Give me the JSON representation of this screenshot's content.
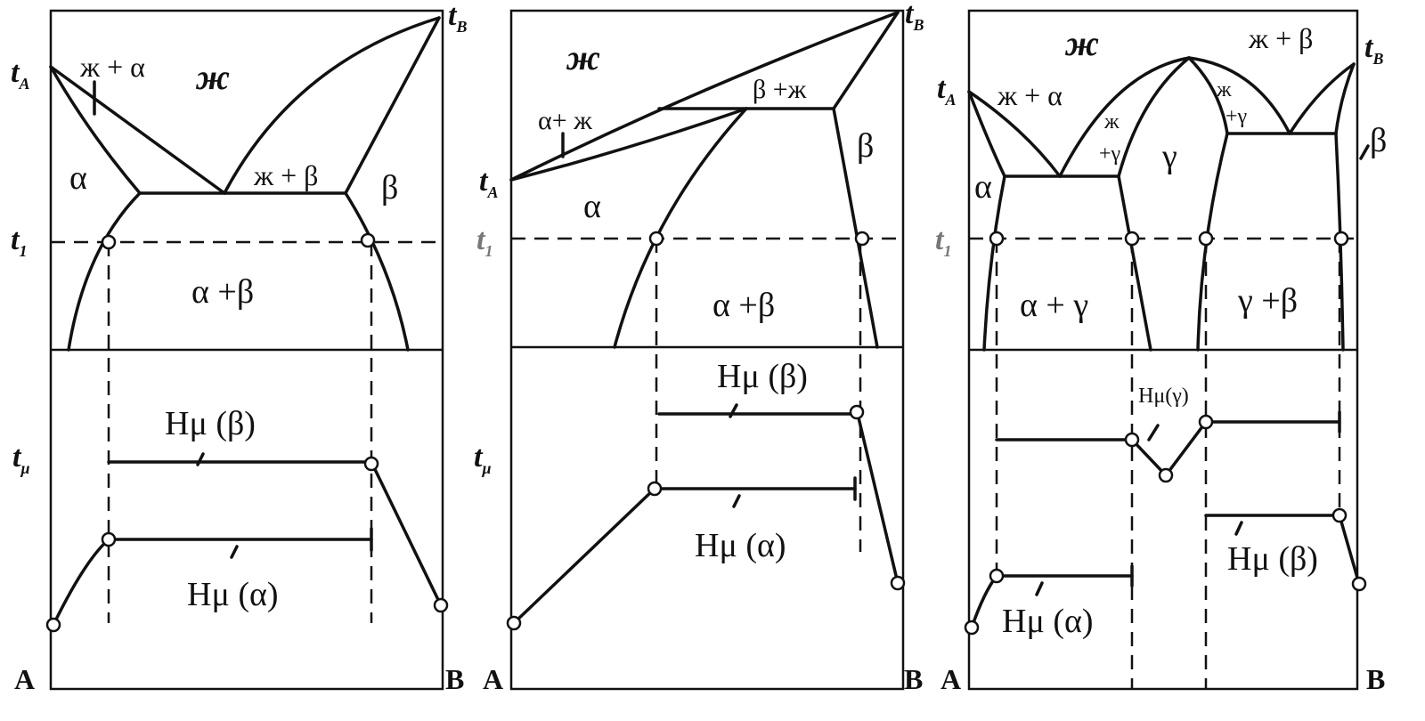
{
  "panels": [
    {
      "id": "left",
      "labels": {
        "tA": "t",
        "tA_sub": "A",
        "tB": "t",
        "tB_sub": "B",
        "t1": "t",
        "t1_sub": "1",
        "tmu": "t",
        "tmu_sub": "μ",
        "liquid": "ж",
        "liquid_alpha": "ж + α",
        "liquid_beta": "ж + β",
        "alpha": "α",
        "beta": "β",
        "alpha_beta": "α +β",
        "h_beta": "Hμ (β)",
        "h_alpha": "Hμ (α)",
        "axis_a": "A",
        "axis_b": "B"
      }
    },
    {
      "id": "middle",
      "labels": {
        "tA": "t",
        "tA_sub": "A",
        "tB": "t",
        "tB_sub": "B",
        "t1": "t",
        "t1_sub": "1",
        "tmu": "t",
        "tmu_sub": "μ",
        "liquid": "ж",
        "alpha_liquid": "α+ ж",
        "beta_liquid": "β +ж",
        "alpha": "α",
        "beta": "β",
        "alpha_beta": "α +β",
        "h_beta": "Hμ (β)",
        "h_alpha": "Hμ (α)",
        "axis_a": "A",
        "axis_b": "B"
      }
    },
    {
      "id": "right",
      "labels": {
        "tA": "t",
        "tA_sub": "A",
        "tB": "t",
        "tB_sub": "B",
        "t1": "t",
        "t1_sub": "1",
        "liquid": "ж",
        "liquid_alpha": "ж + α",
        "liquid_beta": "ж + β",
        "liquid_gamma_left_top": "ж",
        "liquid_gamma_left_bottom": "+γ",
        "liquid_gamma_right_top": "ж",
        "liquid_gamma_right_bottom": "+γ",
        "gamma": "γ",
        "alpha": "α",
        "beta": "β",
        "alpha_gamma": "α + γ",
        "gamma_beta": "γ +β",
        "h_gamma": "Hμ(γ)",
        "h_beta": "Hμ (β)",
        "h_alpha": "Hμ (α)",
        "axis_a": "A",
        "axis_b": "B"
      }
    }
  ]
}
